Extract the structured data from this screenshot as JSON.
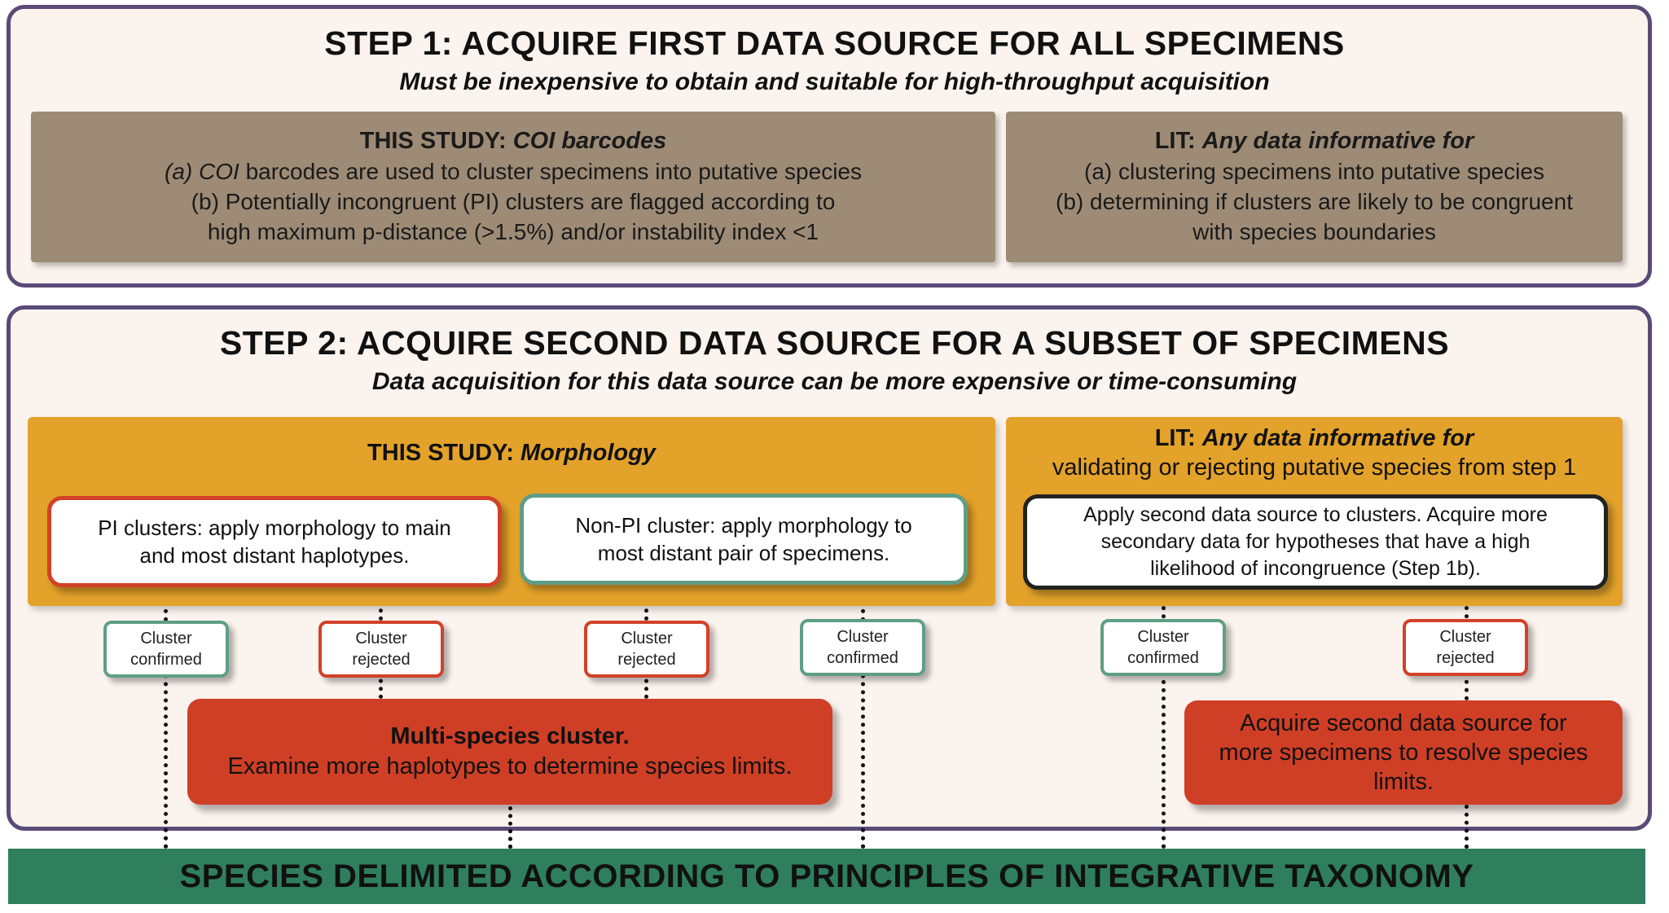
{
  "step1": {
    "title": "STEP 1: ACQUIRE FIRST DATA SOURCE FOR ALL SPECIMENS",
    "subtitle": "Must be inexpensive to obtain and suitable for high-throughput acquisition",
    "this_study": {
      "label": "THIS STUDY:",
      "label_italic": "COI barcodes",
      "line_a_prefix": "(a)",
      "line_a_italic": "COI",
      "line_a_rest": "barcodes are used to cluster specimens into putative species",
      "line_b1": "(b) Potentially incongruent (PI) clusters are flagged according to",
      "line_b2": "high maximum p-distance (>1.5%) and/or instability index <1"
    },
    "lit": {
      "label": "LIT:",
      "label_italic": "Any data informative for",
      "line_a": "(a) clustering specimens into putative species",
      "line_b1": "(b) determining if clusters are likely to be congruent",
      "line_b2": "with species boundaries"
    }
  },
  "step2": {
    "title": "STEP 2: ACQUIRE SECOND DATA SOURCE FOR A SUBSET OF SPECIMENS",
    "subtitle": "Data acquisition for this data source can be more expensive or time-consuming",
    "this_study": {
      "label": "THIS STUDY:",
      "label_italic": "Morphology",
      "pi_box_line1": "PI clusters: apply morphology to main",
      "pi_box_line2": "and most distant haplotypes.",
      "nonpi_box_line1": "Non-PI cluster: apply morphology to",
      "nonpi_box_line2": "most distant pair of specimens."
    },
    "lit": {
      "label": "LIT:",
      "label_italic": "Any data informative for",
      "line2": "validating or rejecting putative species from step 1",
      "box_line1": "Apply second data source to clusters. Acquire more",
      "box_line2": "secondary data for hypotheses that have a high",
      "box_line3": "likelihood of incongruence (Step 1b)."
    },
    "tags": [
      {
        "line1": "Cluster",
        "line2": "confirmed"
      },
      {
        "line1": "Cluster",
        "line2": "rejected"
      },
      {
        "line1": "Cluster",
        "line2": "rejected"
      },
      {
        "line1": "Cluster",
        "line2": "confirmed"
      },
      {
        "line1": "Cluster",
        "line2": "confirmed"
      },
      {
        "line1": "Cluster",
        "line2": "rejected"
      }
    ],
    "multi_species": {
      "title": "Multi-species cluster.",
      "text": "Examine more haplotypes to determine species limits."
    },
    "acquire_more": {
      "line1": "Acquire second data source for",
      "line2": "more specimens to resolve species",
      "line3": "limits."
    }
  },
  "bottom": {
    "text": "SPECIES DELIMITED ACCORDING TO PRINCIPLES OF INTEGRATIVE TAXONOMY"
  },
  "colors": {
    "panel_border": "#5a4a78",
    "panel_bg": "#fbf3ee",
    "taupe": "#9d8b76",
    "gold": "#e3a22a",
    "red": "#cf3f26",
    "green_border": "#5f9e86",
    "bottom_green": "#2f7f5e"
  }
}
